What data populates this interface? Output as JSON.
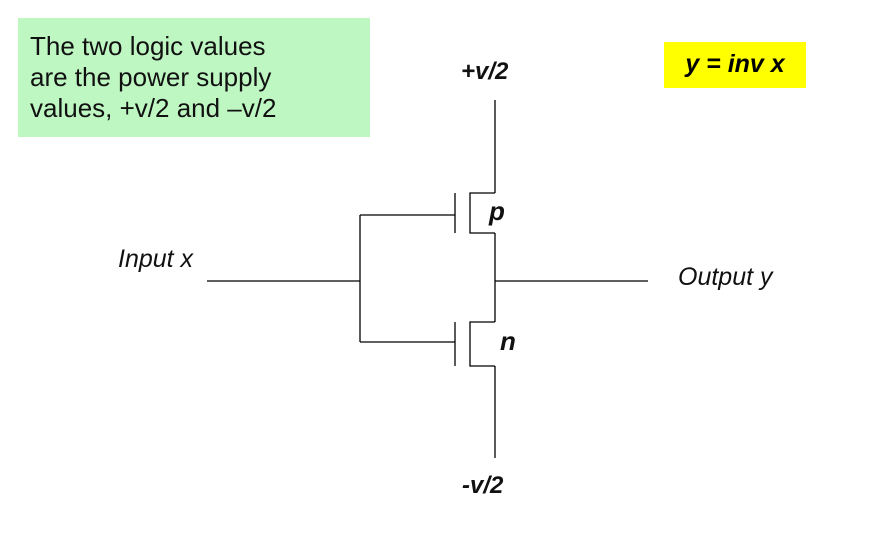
{
  "note": {
    "lines": [
      "The two logic values",
      "are the power supply",
      "values, +v/2 and –v/2"
    ],
    "background": "#bff7c3"
  },
  "equation": {
    "text": "y = inv x",
    "background": "#ffff00"
  },
  "supply": {
    "top": "+v/2",
    "bottom": "-v/2"
  },
  "io": {
    "input": "Input x",
    "output": "Output y"
  },
  "transistors": {
    "upper": "p",
    "lower": "n"
  },
  "colors": {
    "wire": "#000000"
  }
}
